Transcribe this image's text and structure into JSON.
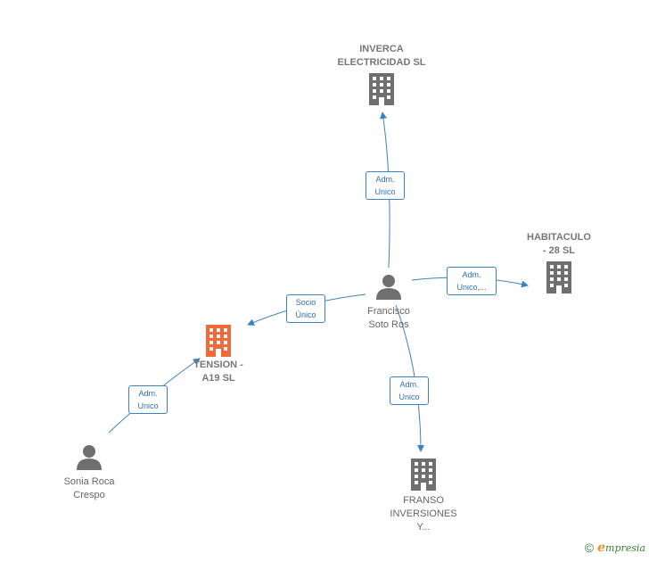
{
  "colors": {
    "edge": "#3b82c4",
    "company": "#6f6f6f",
    "company_highlight": "#f26a38",
    "person": "#6f6f6f"
  },
  "nodes": {
    "inverca": {
      "label": "INVERCA\nELECTRICIDAD SL",
      "icon": "building-icon"
    },
    "habitaculo": {
      "label": "HABITACULO\n-  28  SL",
      "icon": "building-icon"
    },
    "tension": {
      "label": "TENSION -\nA19  SL",
      "icon": "building-icon"
    },
    "franso": {
      "label": "FRANSO\nINVERSIONES\nY...",
      "icon": "building-icon"
    },
    "francisco": {
      "label": "Francisco\nSoto Ros",
      "icon": "person-icon"
    },
    "sonia": {
      "label": "Sonia Roca\nCrespo",
      "icon": "person-icon"
    }
  },
  "edges": {
    "francisco_inverca": {
      "label": "Adm.\nUnico"
    },
    "francisco_habitaculo": {
      "label": "Adm.\nUnico,..."
    },
    "francisco_tension": {
      "label": "Socio\nÚnico"
    },
    "francisco_franso": {
      "label": "Adm.\nUnico"
    },
    "sonia_tension": {
      "label": "Adm.\nUnico"
    }
  },
  "footer": {
    "copyright": "©",
    "brand_initial": "e",
    "brand_rest": "mpresia"
  }
}
